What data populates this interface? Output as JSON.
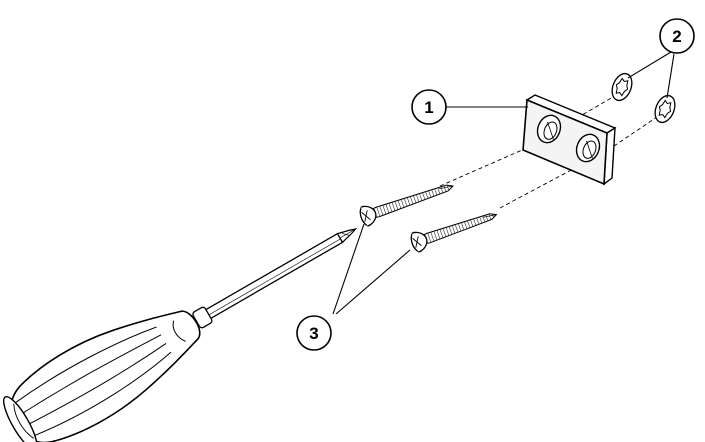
{
  "diagram": {
    "callouts": [
      {
        "id": "c1",
        "label": "1",
        "part": "bracket-plate"
      },
      {
        "id": "c2",
        "label": "2",
        "part": "star-lock-washers"
      },
      {
        "id": "c3",
        "label": "3",
        "part": "wood-screws"
      }
    ],
    "icons": [
      "screwdriver-icon",
      "wood-screw-icon",
      "mounting-plate-icon",
      "lock-washer-icon"
    ],
    "colors": {
      "ink": "#000000",
      "background": "#ffffff",
      "plate_fill": "#f4f4f4"
    }
  }
}
